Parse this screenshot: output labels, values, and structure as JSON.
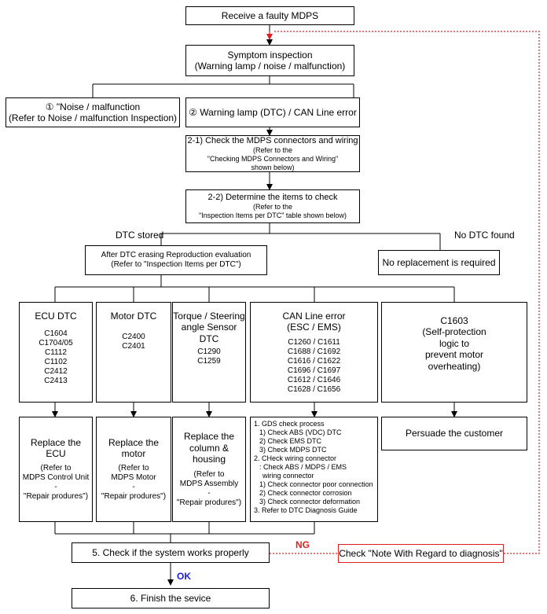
{
  "boxes": {
    "receive": "Receive a faulty MDPS",
    "symptom_1": "Symptom inspection",
    "symptom_2": "(Warning lamp / noise / malfunction)",
    "noise_1": "① \"Noise / malfunction",
    "noise_2": "(Refer to Noise / malfunction Inspection)",
    "warning": "② Warning lamp (DTC) / CAN Line error",
    "check21_title": "2-1) Check the MDPS connectors and wiring",
    "check21_ref1": "(Refer to the",
    "check21_ref2": "\"Checking  MDPS Connectors and Wiring\"",
    "check21_ref3": "shown below)",
    "check22_title": "2-2) Determine the items to check",
    "check22_ref1": "(Refer to the",
    "check22_ref2": "\"Inspection Items per DTC\" table shown below)",
    "after_1": "After DTC erasing Reproduction evaluation",
    "after_2": "(Refer to \"Inspection Items per DTC\")",
    "no_replacement": "No replacement is required",
    "persuade": "Persuade the customer",
    "check5": "5. Check if the system works properly",
    "note": "Check \"Note With Regard to diagnosis\"",
    "finish": "6. Finish the sevice"
  },
  "labels": {
    "dtc_stored": "DTC stored",
    "no_dtc": "No DTC found",
    "ng": "NG",
    "ok": "OK"
  },
  "columns": {
    "ecu": {
      "title": "ECU DTC",
      "codes": [
        "C1604",
        "C1704/05",
        "C1112",
        "C1102",
        "C2412",
        "C2413"
      ]
    },
    "motor": {
      "title": "Motor DTC",
      "codes": [
        "C2400",
        "C2401"
      ]
    },
    "torque": {
      "title_1": "Torque / Steering",
      "title_2": "angle Sensor",
      "title_3": "DTC",
      "codes": [
        "C1290",
        "C1259"
      ]
    },
    "can": {
      "title_1": "CAN Line error",
      "title_2": "(ESC / EMS)",
      "codes": [
        "C1260 / C1611",
        "C1688 / C1692",
        "C1616 / C1622",
        "C1696 / C1697",
        "C1612 / C1646",
        "C1628 / C1656"
      ]
    },
    "c1603": {
      "lines": [
        "C1603",
        "(Self-protection",
        "logic to",
        "prevent motor",
        "overheating)"
      ]
    }
  },
  "actions": {
    "ecu": {
      "title": "Replace the ECU",
      "ref": [
        "(Refer to",
        "MDPS Control Unit",
        "-",
        "\"Repair produres\")"
      ]
    },
    "motor": {
      "title": "Replace the motor",
      "ref": [
        "(Refer to",
        "MDPS Motor",
        "-",
        "\"Repair produres\")"
      ]
    },
    "column": {
      "title_1": "Replace the",
      "title_2": "column & housing",
      "ref": [
        "(Refer to",
        "MDPS Assembly",
        "-",
        "\"Repair produres\")"
      ]
    },
    "gds": [
      "1. GDS check process",
      "1) Check ABS (VDC) DTC",
      "2) Check EMS DTC",
      "3) Check MDPS DTC",
      "2. CHeck wiring connector",
      ": Check ABS / MDPS / EMS",
      "wiring connector",
      "1) Check connector poor connection",
      "2) Check connector corrosion",
      "3) Check connector deformation",
      "3. Refer to DTC Diagnosis Guide"
    ]
  },
  "colors": {
    "line": "#000000",
    "ng_line": "#e02020",
    "ng_text": "#e02020",
    "ok_text": "#1a1adb"
  }
}
